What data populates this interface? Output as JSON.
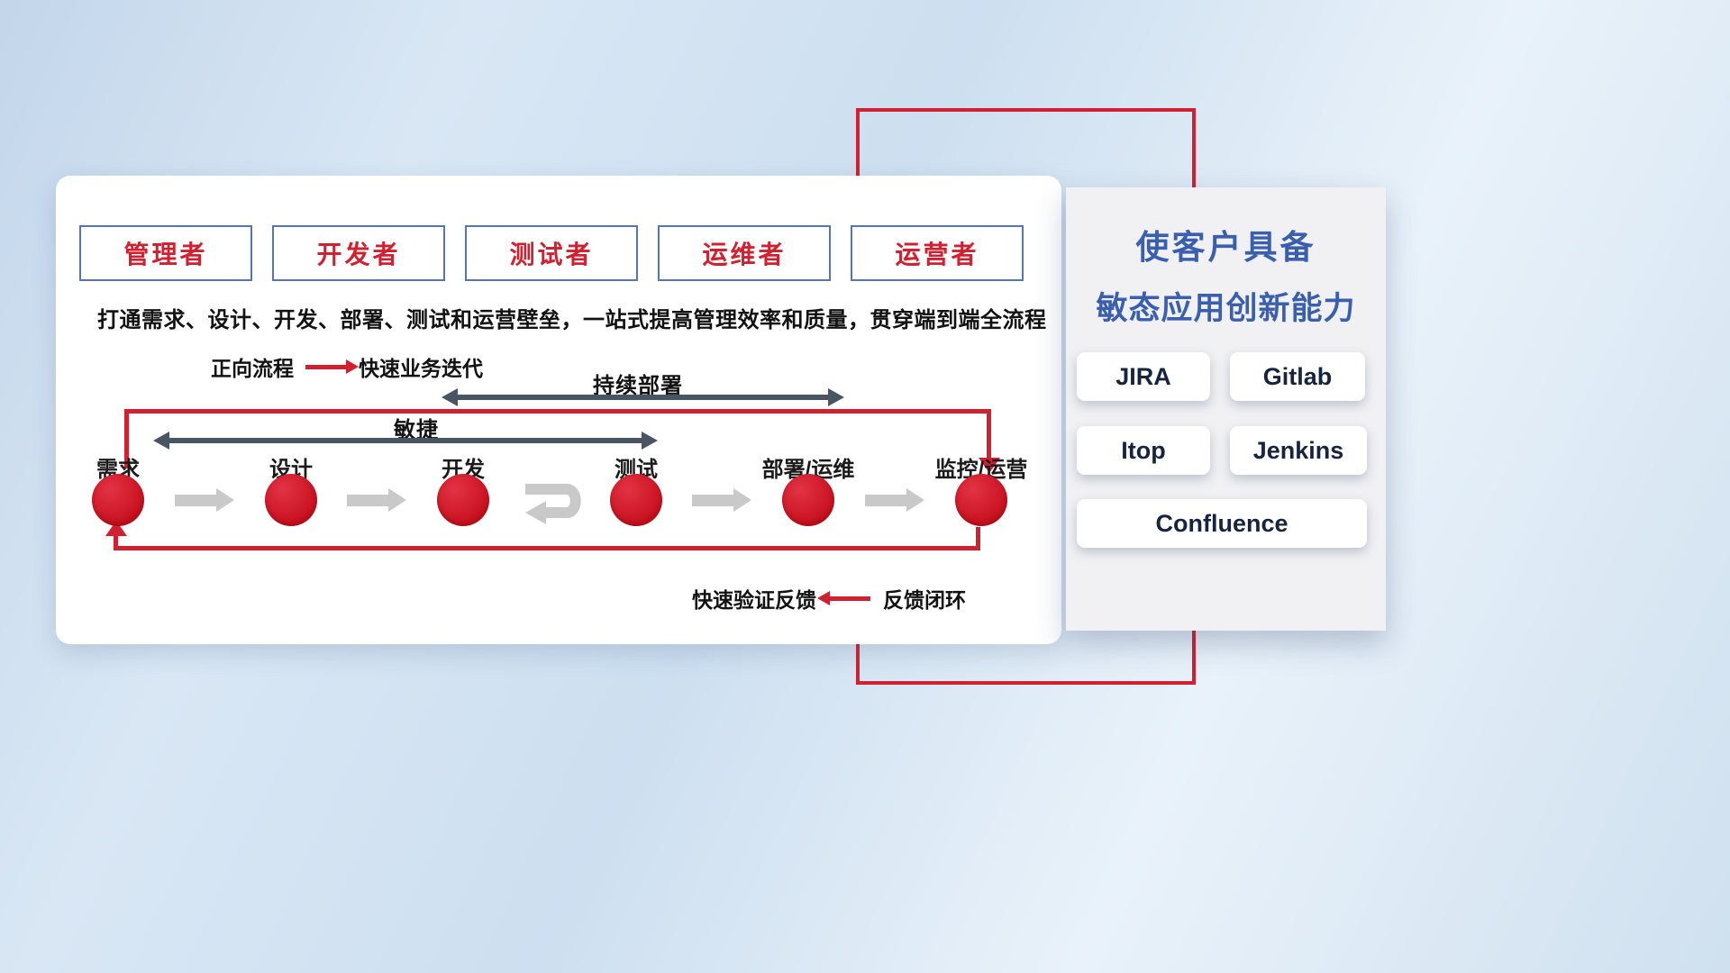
{
  "card": {
    "roles": [
      "管理者",
      "开发者",
      "测试者",
      "运维者",
      "运营者"
    ],
    "subtitle": "打通需求、设计、开发、部署、测试和运营壁垒，一站式提高管理效率和质量，贯穿端到端全流程",
    "forward_legend": {
      "label": "正向流程",
      "desc": "快速业务迭代"
    },
    "span_arrows": {
      "continuous_deployment": "持续部署",
      "agile": "敏捷"
    },
    "nodes": [
      "需求",
      "设计",
      "开发",
      "测试",
      "部署/运维",
      "监控/运营"
    ],
    "feedback_legend": {
      "label": "快速验证反馈",
      "desc": "反馈闭环"
    }
  },
  "panel": {
    "title_line1": "使客户具备",
    "title_line2": "敏态应用创新能力",
    "tools": [
      "JIRA",
      "Gitlab",
      "Itop",
      "Jenkins",
      "Confluence"
    ]
  },
  "colors": {
    "accent_red": "#d1202f",
    "role_border_blue": "#5577ad",
    "panel_title_blue": "#3a5fae",
    "span_arrow_slate": "#4a5563",
    "flow_arrow_gray": "#c9c9c9",
    "panel_bg": "#f1f1f4"
  }
}
